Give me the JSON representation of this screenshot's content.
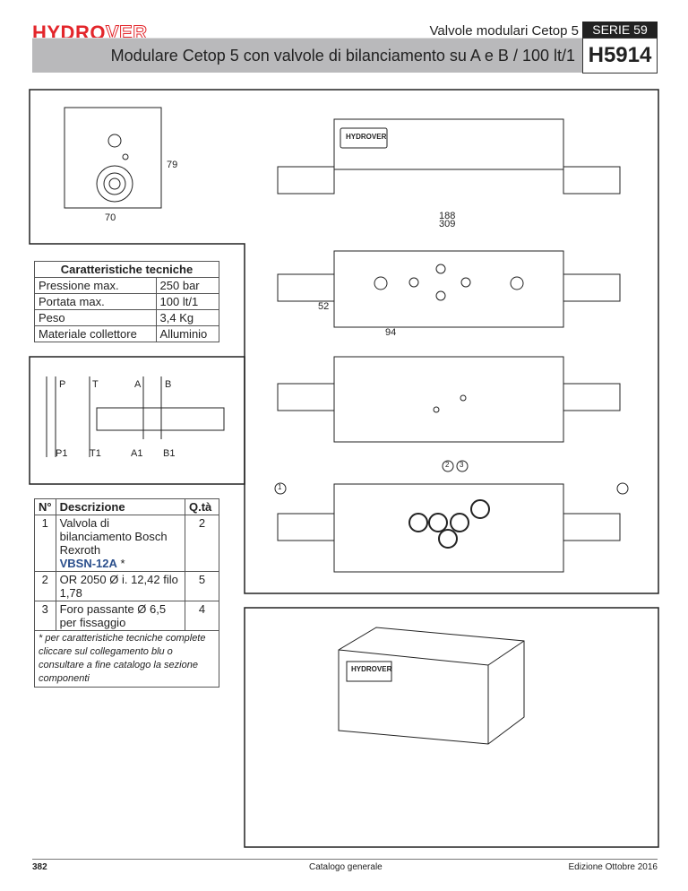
{
  "header": {
    "logo": "HYDROVER",
    "logo_a": "HYDRO",
    "logo_b": "VER",
    "category": "Valvole modulari Cetop 5",
    "series": "SERIE 59",
    "title": "Modulare Cetop 5 con valvole di bilanciamento su A e B / 100 lt/1",
    "code": "H5914"
  },
  "drawing": {
    "dims": [
      "70",
      "79",
      "188",
      "309",
      "52",
      "94"
    ],
    "plate_label": "HYDROVER",
    "port_labels": [
      "P",
      "T",
      "A",
      "B",
      "P1",
      "T1",
      "A1",
      "B1"
    ],
    "callouts": [
      "1",
      "2",
      "3"
    ]
  },
  "tech": {
    "title": "Caratteristiche tecniche",
    "rows": [
      [
        "Pressione max.",
        "250 bar"
      ],
      [
        "Portata max.",
        "100 lt/1"
      ],
      [
        "Peso",
        "3,4 Kg"
      ],
      [
        "Materiale collettore",
        "Alluminio"
      ]
    ]
  },
  "parts": {
    "headers": [
      "N°",
      "Descrizione",
      "Q.tà"
    ],
    "rows": [
      {
        "n": "1",
        "desc": "Valvola di bilanciamento Bosch Rexroth",
        "link": "VBSN-12A",
        "suffix": " *",
        "qty": "2"
      },
      {
        "n": "2",
        "desc": "OR 2050 Ø i. 12,42 filo 1,78",
        "qty": "5"
      },
      {
        "n": "3",
        "desc": "Foro passante Ø 6,5 per fissaggio",
        "qty": "4"
      }
    ],
    "note": "* per caratteristiche tecniche complete cliccare sul collegamento blu o consultare a fine catalogo la sezione componenti",
    "link_color": "#2b4f8c"
  },
  "footer": {
    "page": "382",
    "center": "Catalogo generale",
    "edition": "Edizione Ottobre 2016"
  }
}
